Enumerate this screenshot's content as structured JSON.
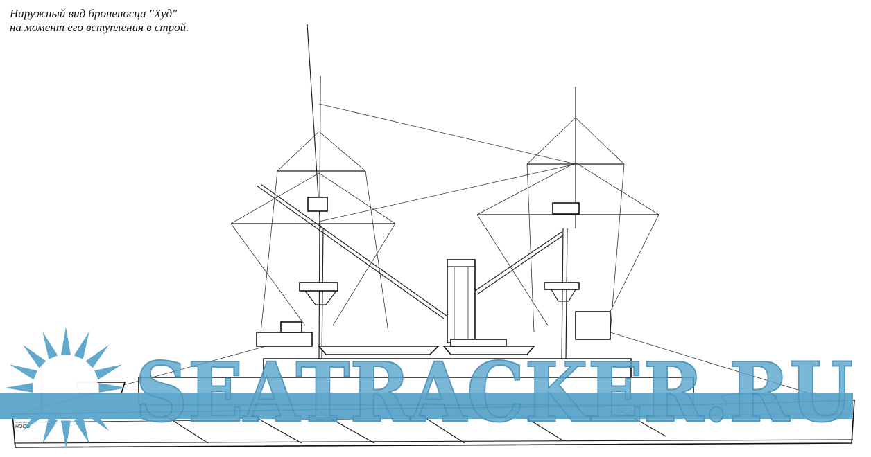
{
  "caption": {
    "line1": "Наружный вид броненосца \"Худ\"",
    "line2": "на момент его вступления в строй."
  },
  "drawing": {
    "hull_name": "HOOD"
  },
  "watermark": {
    "text": "SEATRACKER.RU",
    "color": "#5ba4cb"
  }
}
